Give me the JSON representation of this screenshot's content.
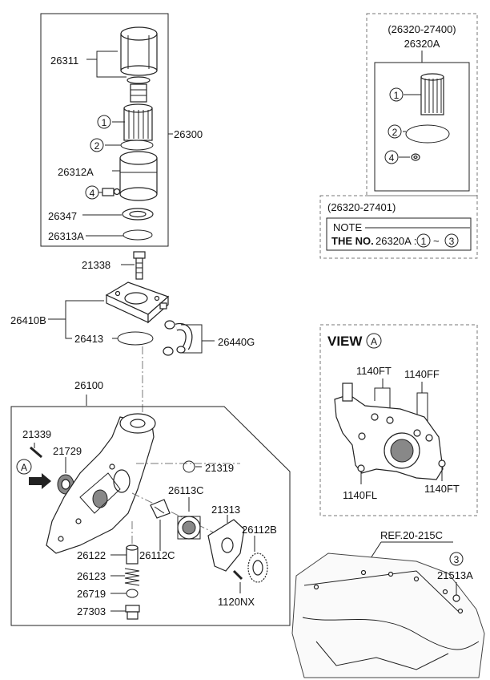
{
  "title_number": "26100",
  "parts": {
    "p26311": "26311",
    "p26300": "26300",
    "p26312A": "26312A",
    "p26347": "26347",
    "p26313A": "26313A",
    "p21338": "21338",
    "p26410B": "26410B",
    "p26413": "26413",
    "p26440G": "26440G",
    "p21339": "21339",
    "p21729": "21729",
    "p21319": "21319",
    "p26113C": "26113C",
    "p21313": "21313",
    "p26112B": "26112B",
    "p26122": "26122",
    "p26112C": "26112C",
    "p26123": "26123",
    "p26719": "26719",
    "p27303": "27303",
    "p1120NX": "1120NX",
    "p21513A": "21513A"
  },
  "circled": {
    "c1": "1",
    "c2": "2",
    "c3": "3",
    "c4": "4",
    "cA": "A"
  },
  "kit_box": {
    "code": "(26320-27400)",
    "part": "26320A"
  },
  "note_box": {
    "code": "(26320-27401)",
    "note_label": "NOTE",
    "text_prefix": "THE NO.",
    "text_part": "26320A :",
    "tilde": "~"
  },
  "view_box": {
    "title": "VIEW",
    "p1140FT_a": "1140FT",
    "p1140FF": "1140FF",
    "p1140FL": "1140FL",
    "p1140FT_b": "1140FT"
  },
  "ref": "REF.20-215C"
}
